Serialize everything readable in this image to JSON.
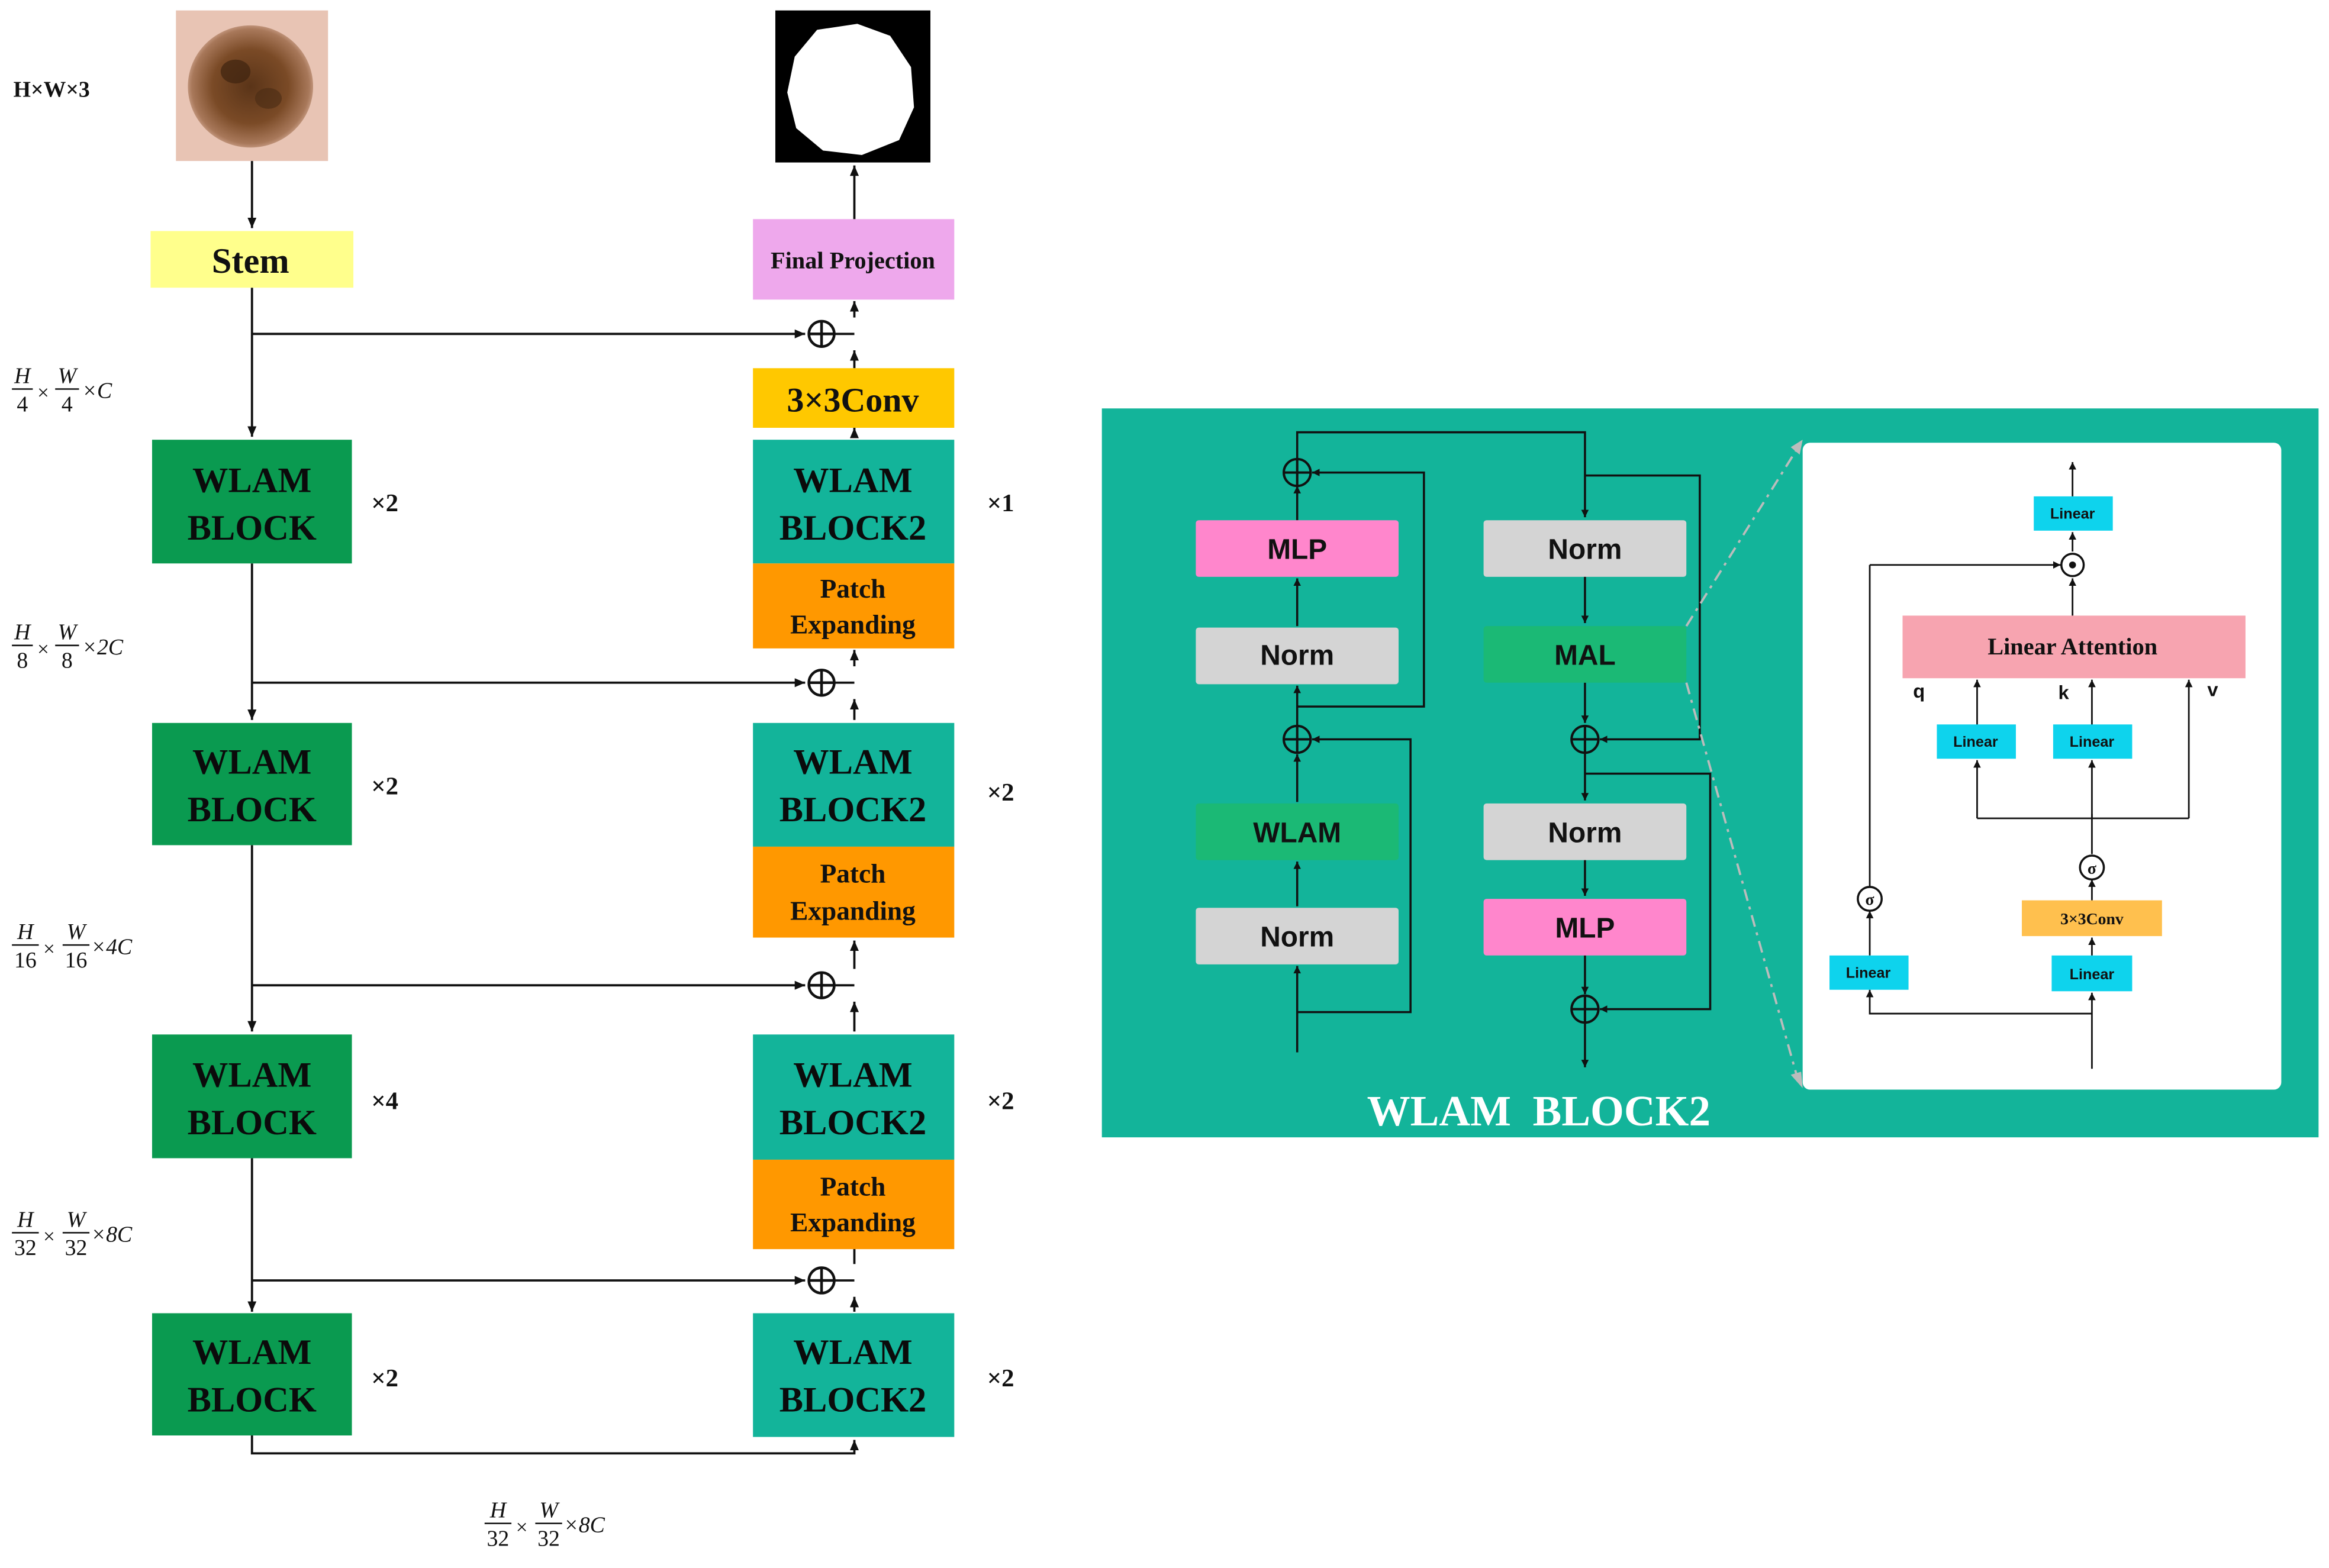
{
  "colors": {
    "stem": "#ffff8c",
    "wlam_block": "#0a9a50",
    "wlam_block2": "#13b49a",
    "conv": "#ffc800",
    "patch_expanding": "#ff9800",
    "final_projection": "#eea8ec",
    "panel_bg": "#13b49a",
    "mlp": "#ff86cc",
    "norm": "#d4d4d4",
    "mal": "#1bb975",
    "wlam_inner": "#1bb975",
    "linear": "#0ed3ed",
    "linear_attention": "#f7a4b0",
    "conv_small": "#ffc04e"
  },
  "images": {
    "input": "skin-lesion-photo",
    "output": "segmentation-mask"
  },
  "encoder": {
    "input_dims": "H×W×3",
    "stem": "Stem",
    "blocks": [
      {
        "line1": "WLAM",
        "line2": "BLOCK",
        "repeat": "×2"
      },
      {
        "line1": "WLAM",
        "line2": "BLOCK",
        "repeat": "×2"
      },
      {
        "line1": "WLAM",
        "line2": "BLOCK",
        "repeat": "×4"
      },
      {
        "line1": "WLAM",
        "line2": "BLOCK",
        "repeat": "×2"
      }
    ],
    "dims": [
      {
        "hn": "H",
        "hd": "4",
        "wn": "W",
        "wd": "4",
        "ch": "×C"
      },
      {
        "hn": "H",
        "hd": "8",
        "wn": "W",
        "wd": "8",
        "ch": "×2C"
      },
      {
        "hn": "H",
        "hd": "16",
        "wn": "W",
        "wd": "16",
        "ch": "×4C"
      },
      {
        "hn": "H",
        "hd": "32",
        "wn": "W",
        "wd": "32",
        "ch": "×8C"
      },
      {
        "hn": "H",
        "hd": "32",
        "wn": "W",
        "wd": "32",
        "ch": "×8C"
      }
    ]
  },
  "decoder": {
    "final_projection": "Final Projection",
    "conv": "3×3Conv",
    "blocks": [
      {
        "line1": "WLAM",
        "line2": "BLOCK2",
        "repeat": "×1"
      },
      {
        "line1": "WLAM",
        "line2": "BLOCK2",
        "repeat": "×2"
      },
      {
        "line1": "WLAM",
        "line2": "BLOCK2",
        "repeat": "×2"
      },
      {
        "line1": "WLAM",
        "line2": "BLOCK2",
        "repeat": "×2"
      }
    ],
    "patch_expanding": {
      "line1": "Patch",
      "line2": "Expanding"
    },
    "add_symbol": "⊕"
  },
  "panel": {
    "title": "WLAM  BLOCK2",
    "left_column": [
      "MLP",
      "Norm",
      "WLAM",
      "Norm"
    ],
    "right_column": [
      "Norm",
      "MAL",
      "Norm",
      "MLP"
    ]
  },
  "mal_detail": {
    "linear_attention": "Linear Attention",
    "linear": "Linear",
    "conv": "3×3Conv",
    "q": "q",
    "k": "k",
    "v": "v",
    "sigma": "σ",
    "dot": "•"
  }
}
